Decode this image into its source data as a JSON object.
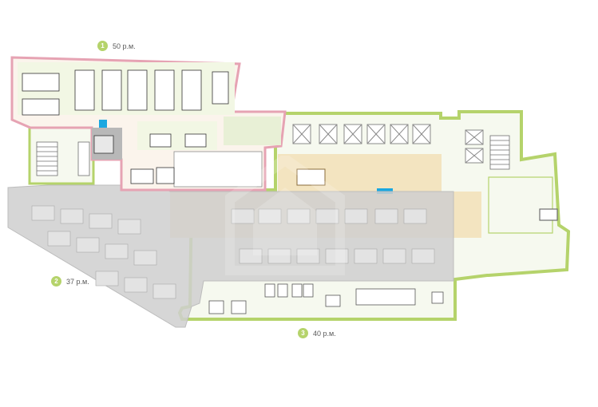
{
  "zones": [
    {
      "id": "1",
      "label": "50 р.м.",
      "color": "#e6a3b3"
    },
    {
      "id": "2",
      "label": "37 р.м.",
      "color": "#bdbdbd"
    },
    {
      "id": "3",
      "label": "40 р.м.",
      "color": "#b5d36b"
    }
  ],
  "colors": {
    "wall_green": "#b5d36b",
    "wall_pink": "#e6a3b3",
    "gray_zone": "#c9c9c9",
    "corridor": "#f3e4c0",
    "accent_blue": "#1aa7e0",
    "badge": "#b5d36b"
  }
}
